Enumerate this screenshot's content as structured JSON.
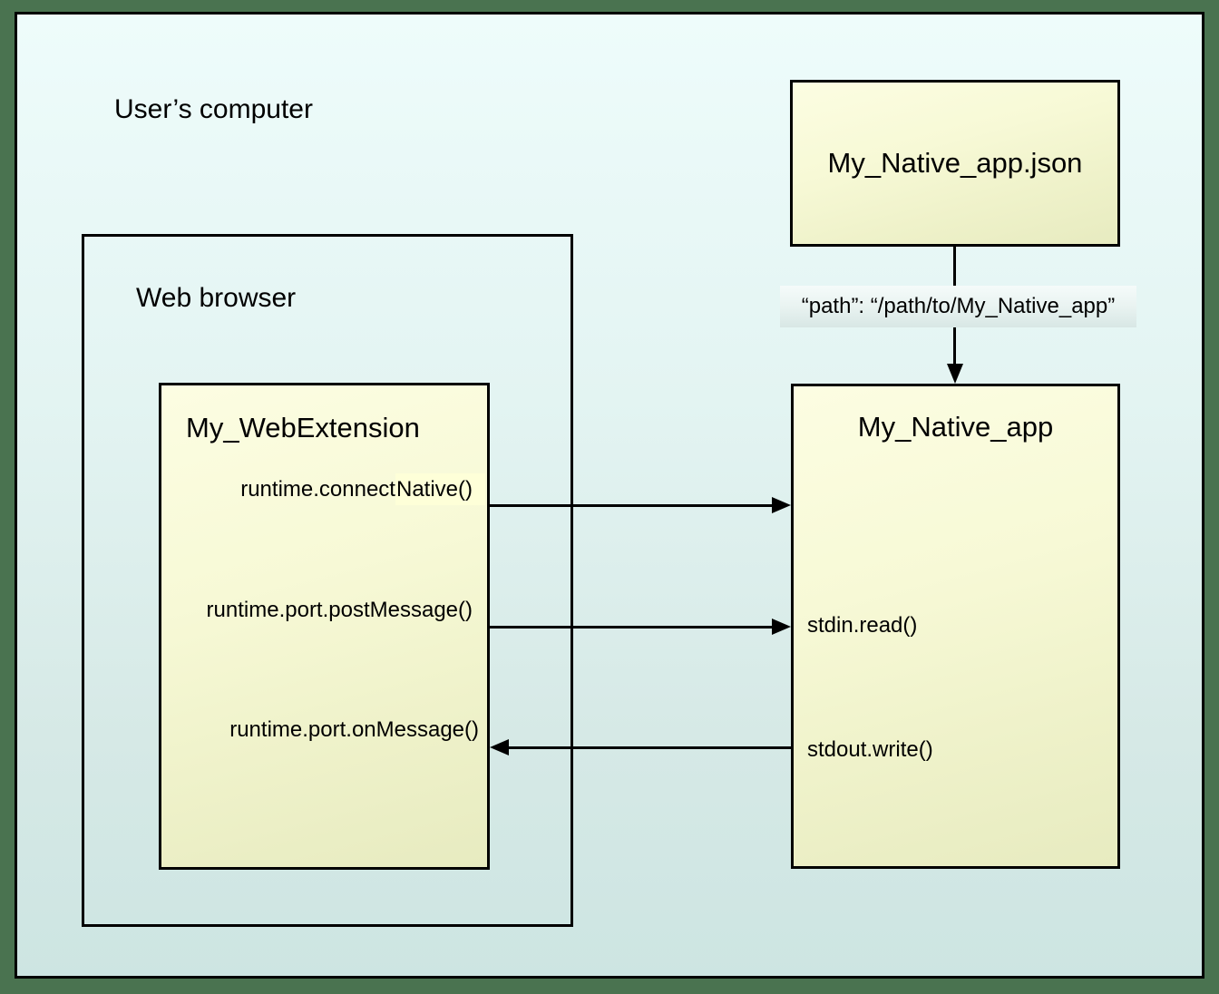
{
  "page": {
    "outer_label": "User’s computer"
  },
  "browser": {
    "label": "Web browser"
  },
  "extension": {
    "title": "My_WebExtension",
    "connect_native_prefix": "runtime.connect",
    "connect_native_highlighted": "Native()",
    "post_message": "runtime.port.postMessage()",
    "on_message": "runtime.port.onMessage()"
  },
  "native_app": {
    "title": "My_Native_app",
    "stdin_read": "stdin.read()",
    "stdout_write": "stdout.write()"
  },
  "manifest": {
    "title": "My_Native_app.json"
  },
  "connection": {
    "path_label": "“path”: “/path/to/My_Native_app”"
  },
  "colors": {
    "frame_border": "#4a7350",
    "canvas_top": "#eefcfb",
    "canvas_bottom": "#cde5e2",
    "node_top": "#fcfde2",
    "node_bottom": "#e7ebc0",
    "highlight": "#feffd8",
    "line": "#000000"
  }
}
